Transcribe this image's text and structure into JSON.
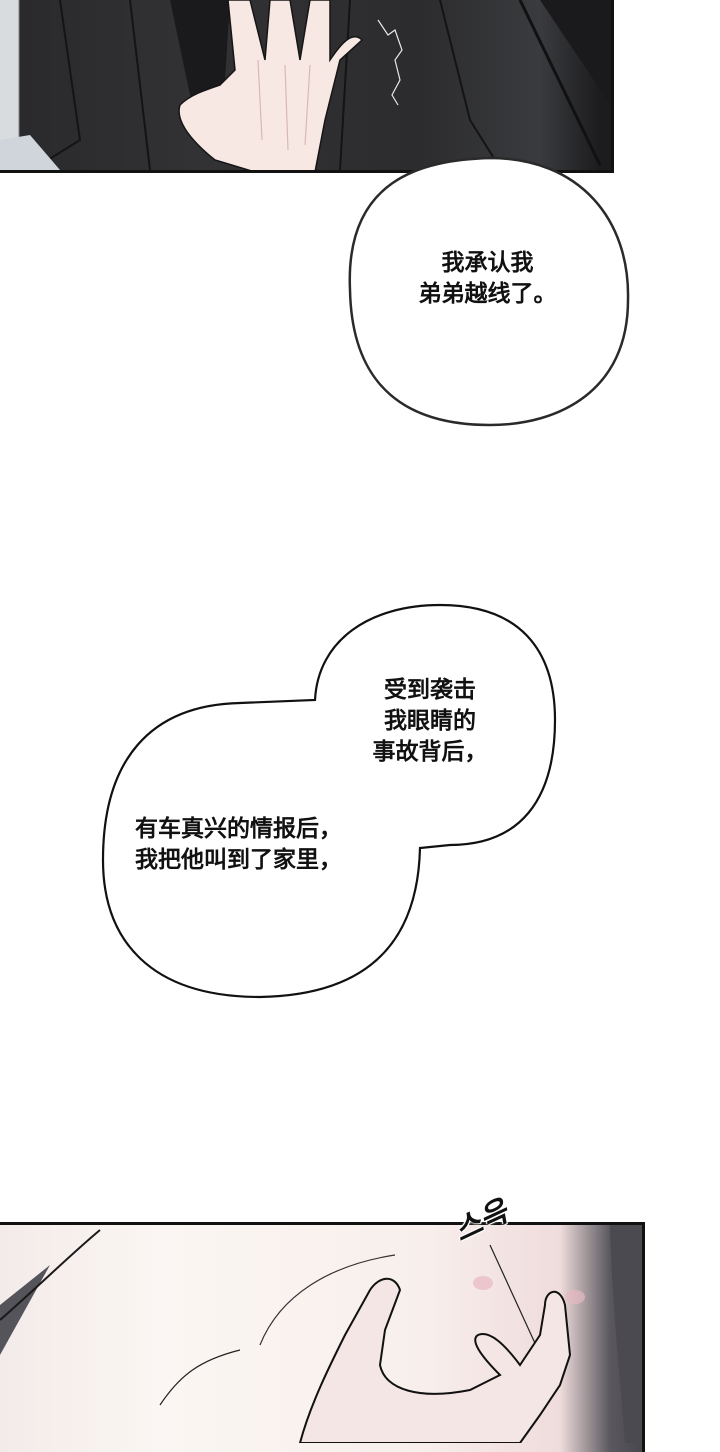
{
  "comic": {
    "panels": [
      {
        "id": "top",
        "description": "hand pressed against dark jacket"
      },
      {
        "id": "bottom",
        "description": "hand touching bare chest"
      }
    ],
    "bubbles": [
      {
        "id": "bubble-1",
        "lines": [
          "我承认我",
          "弟弟越线了。"
        ]
      },
      {
        "id": "bubble-2a",
        "lines": [
          "受到袭击",
          "我眼睛的",
          "事故背后，"
        ]
      },
      {
        "id": "bubble-2b",
        "lines": [
          "有车真兴的情报后，",
          "我把他叫到了家里，"
        ]
      }
    ],
    "sound_effect": "스윽"
  },
  "text": {
    "b1": "我承认我\n弟弟越线了。",
    "b2a": "受到袭击\n我眼睛的\n事故背后，",
    "b2b": "有车真兴的情报后，\n我把他叫到了家里，",
    "sfx": "스윽"
  },
  "colors": {
    "ink": "#111111",
    "jacket": "#2c2c2e",
    "skin": "#f6e9e6",
    "background": "#ffffff"
  }
}
